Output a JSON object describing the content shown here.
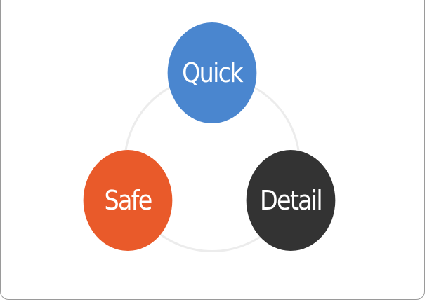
{
  "diagram": {
    "nodes": [
      {
        "label": "Quick",
        "color": "#4a86cf"
      },
      {
        "label": "Safe",
        "color": "#e95a2a"
      },
      {
        "label": "Detail",
        "color": "#333333"
      }
    ],
    "ring_color": "#ececec",
    "border_color": "#9a9a9a"
  }
}
